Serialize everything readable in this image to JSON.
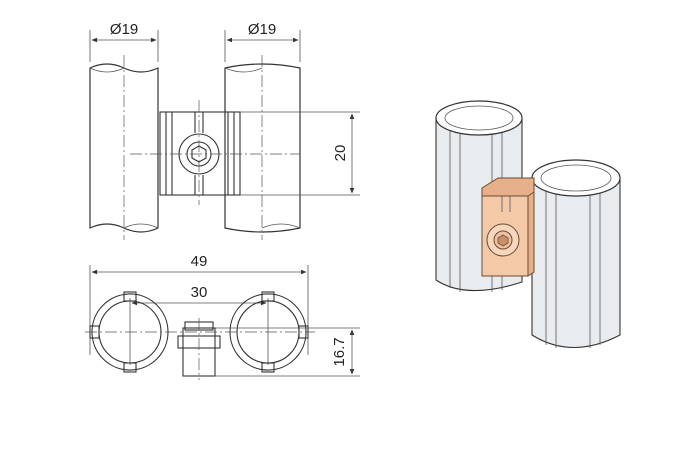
{
  "dimensions": {
    "left_pipe_diameter": "Ø19",
    "right_pipe_diameter": "Ø19",
    "connector_height": "20",
    "overall_width": "49",
    "center_distance": "30",
    "section_height": "16.7"
  },
  "colors": {
    "line": "#333333",
    "connector_fill": "#f3c9a8",
    "pipe_shade": "#e9ecef"
  }
}
